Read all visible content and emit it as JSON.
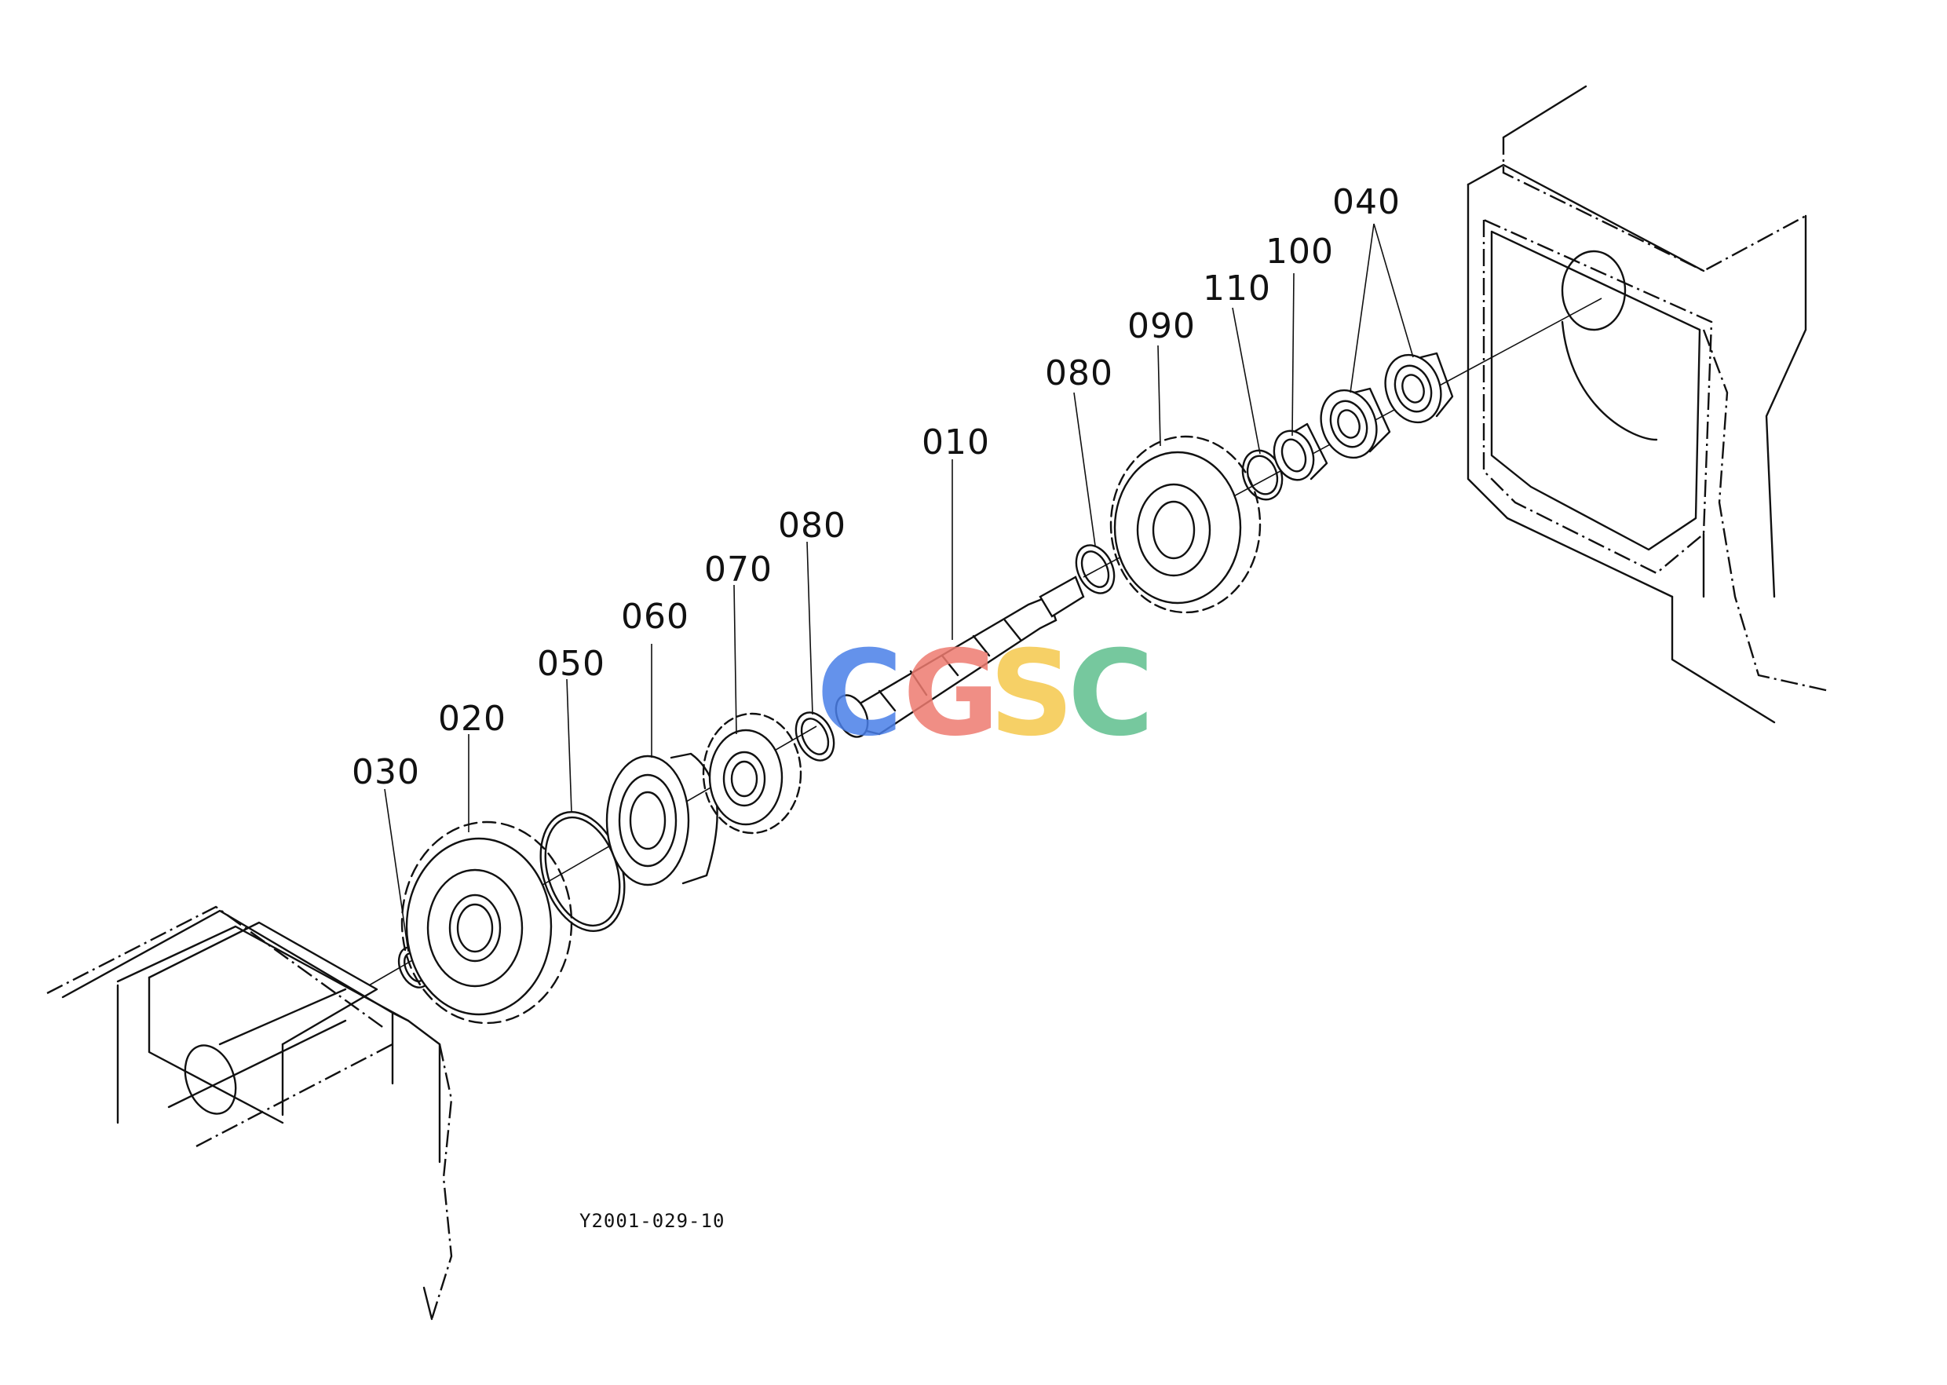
{
  "diagram": {
    "figure_id": "Y2001-029-10",
    "callouts": [
      "030",
      "020",
      "050",
      "060",
      "070",
      "080",
      "010",
      "080",
      "090",
      "110",
      "100",
      "040"
    ],
    "watermark": {
      "letters": [
        "C",
        "G",
        "S",
        "C"
      ],
      "colors": [
        "#4a7fe8",
        "#ee7b70",
        "#f5c84c",
        "#5fbf8e"
      ]
    }
  }
}
